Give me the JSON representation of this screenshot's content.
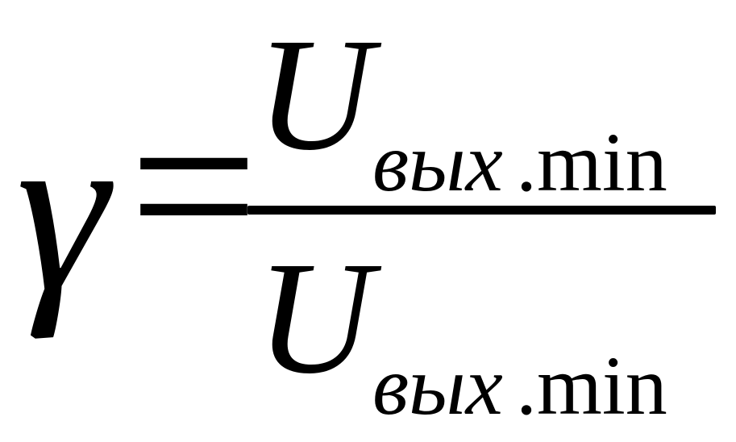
{
  "formula": {
    "lhs": "γ",
    "operator": "=",
    "numerator": {
      "variable": "U",
      "subscript_italic": "вых",
      "subscript_upright": ".min"
    },
    "denominator": {
      "variable": "U",
      "subscript_italic": "вых",
      "subscript_upright": ".min"
    }
  }
}
